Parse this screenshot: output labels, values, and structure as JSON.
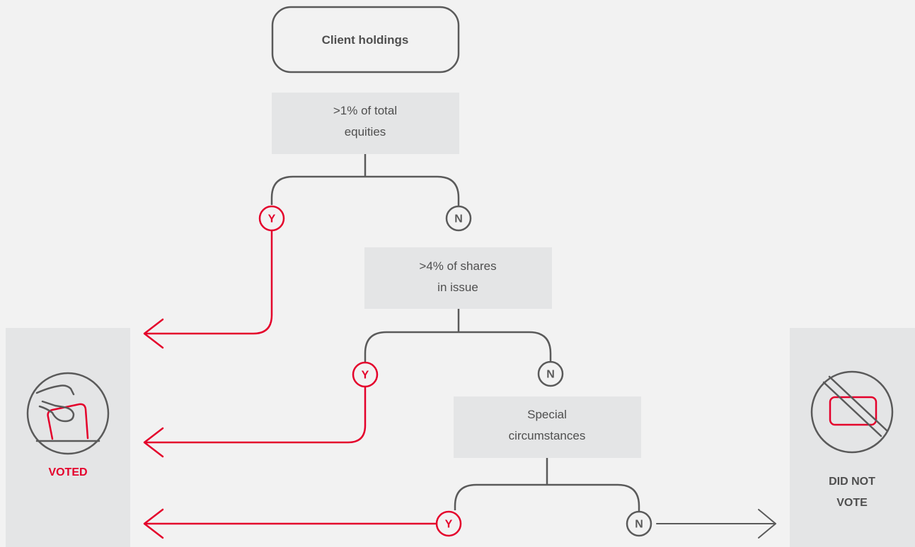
{
  "colors": {
    "background": "#f2f2f2",
    "box_fill": "#e4e5e6",
    "line": "#5a5a5a",
    "accent_red": "#e4002b",
    "text": "#4f4f4f"
  },
  "start": {
    "label": "Client holdings"
  },
  "conditions": [
    {
      "line1": ">1% of total",
      "line2": "equities"
    },
    {
      "line1": ">4% of shares",
      "line2": "in issue"
    },
    {
      "line1": "Special",
      "line2": "circumstances"
    }
  ],
  "branches": {
    "yes_label": "Y",
    "no_label": "N"
  },
  "outcomes": {
    "voted": {
      "label": "VOTED",
      "icon": "ballot-box-icon",
      "color": "#e4002b"
    },
    "did_not_vote": {
      "line1": "DID NOT",
      "line2": "VOTE",
      "icon": "no-vote-icon",
      "color": "#4f4f4f"
    }
  }
}
